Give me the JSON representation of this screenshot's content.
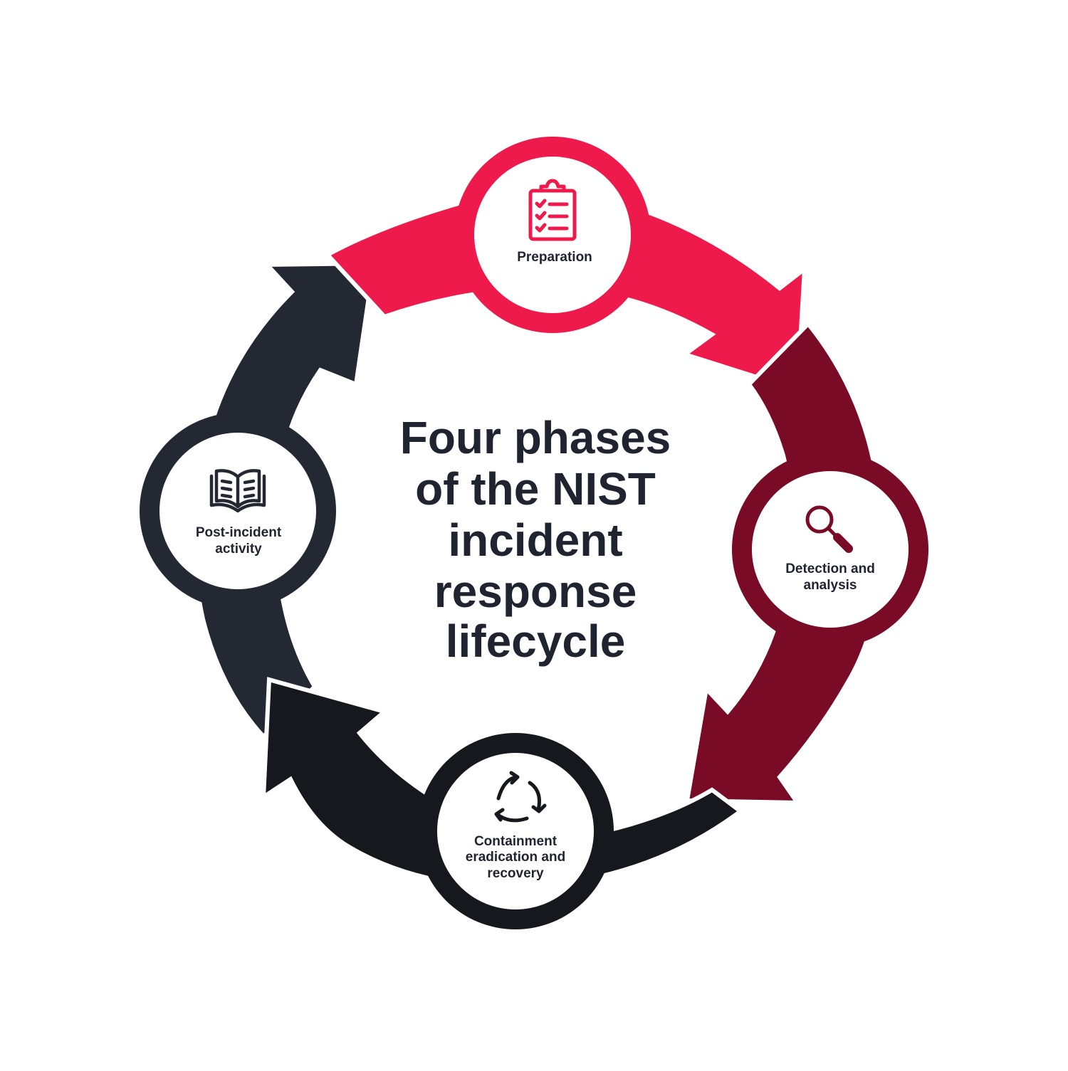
{
  "title_lines": [
    "Four phases",
    "of the NIST",
    "incident",
    "response",
    "lifecycle"
  ],
  "colors": {
    "background": "#ffffff",
    "title": "#1f2430",
    "node_label": "#1f2430",
    "preparation": "#ee1a4b",
    "detection": "#7a0b26",
    "containment": "#16181d",
    "post_incident": "#232833"
  },
  "phases": [
    {
      "id": "preparation",
      "icon": "clipboard-checklist-icon",
      "label_lines": [
        "Preparation"
      ]
    },
    {
      "id": "detection",
      "icon": "magnifying-glass-icon",
      "label_lines": [
        "Detection and",
        "analysis"
      ]
    },
    {
      "id": "containment",
      "icon": "recycle-arrows-icon",
      "label_lines": [
        "Containment",
        "eradication and",
        "recovery"
      ]
    },
    {
      "id": "post_incident",
      "icon": "open-book-icon",
      "label_lines": [
        "Post-incident",
        "activity"
      ]
    }
  ]
}
